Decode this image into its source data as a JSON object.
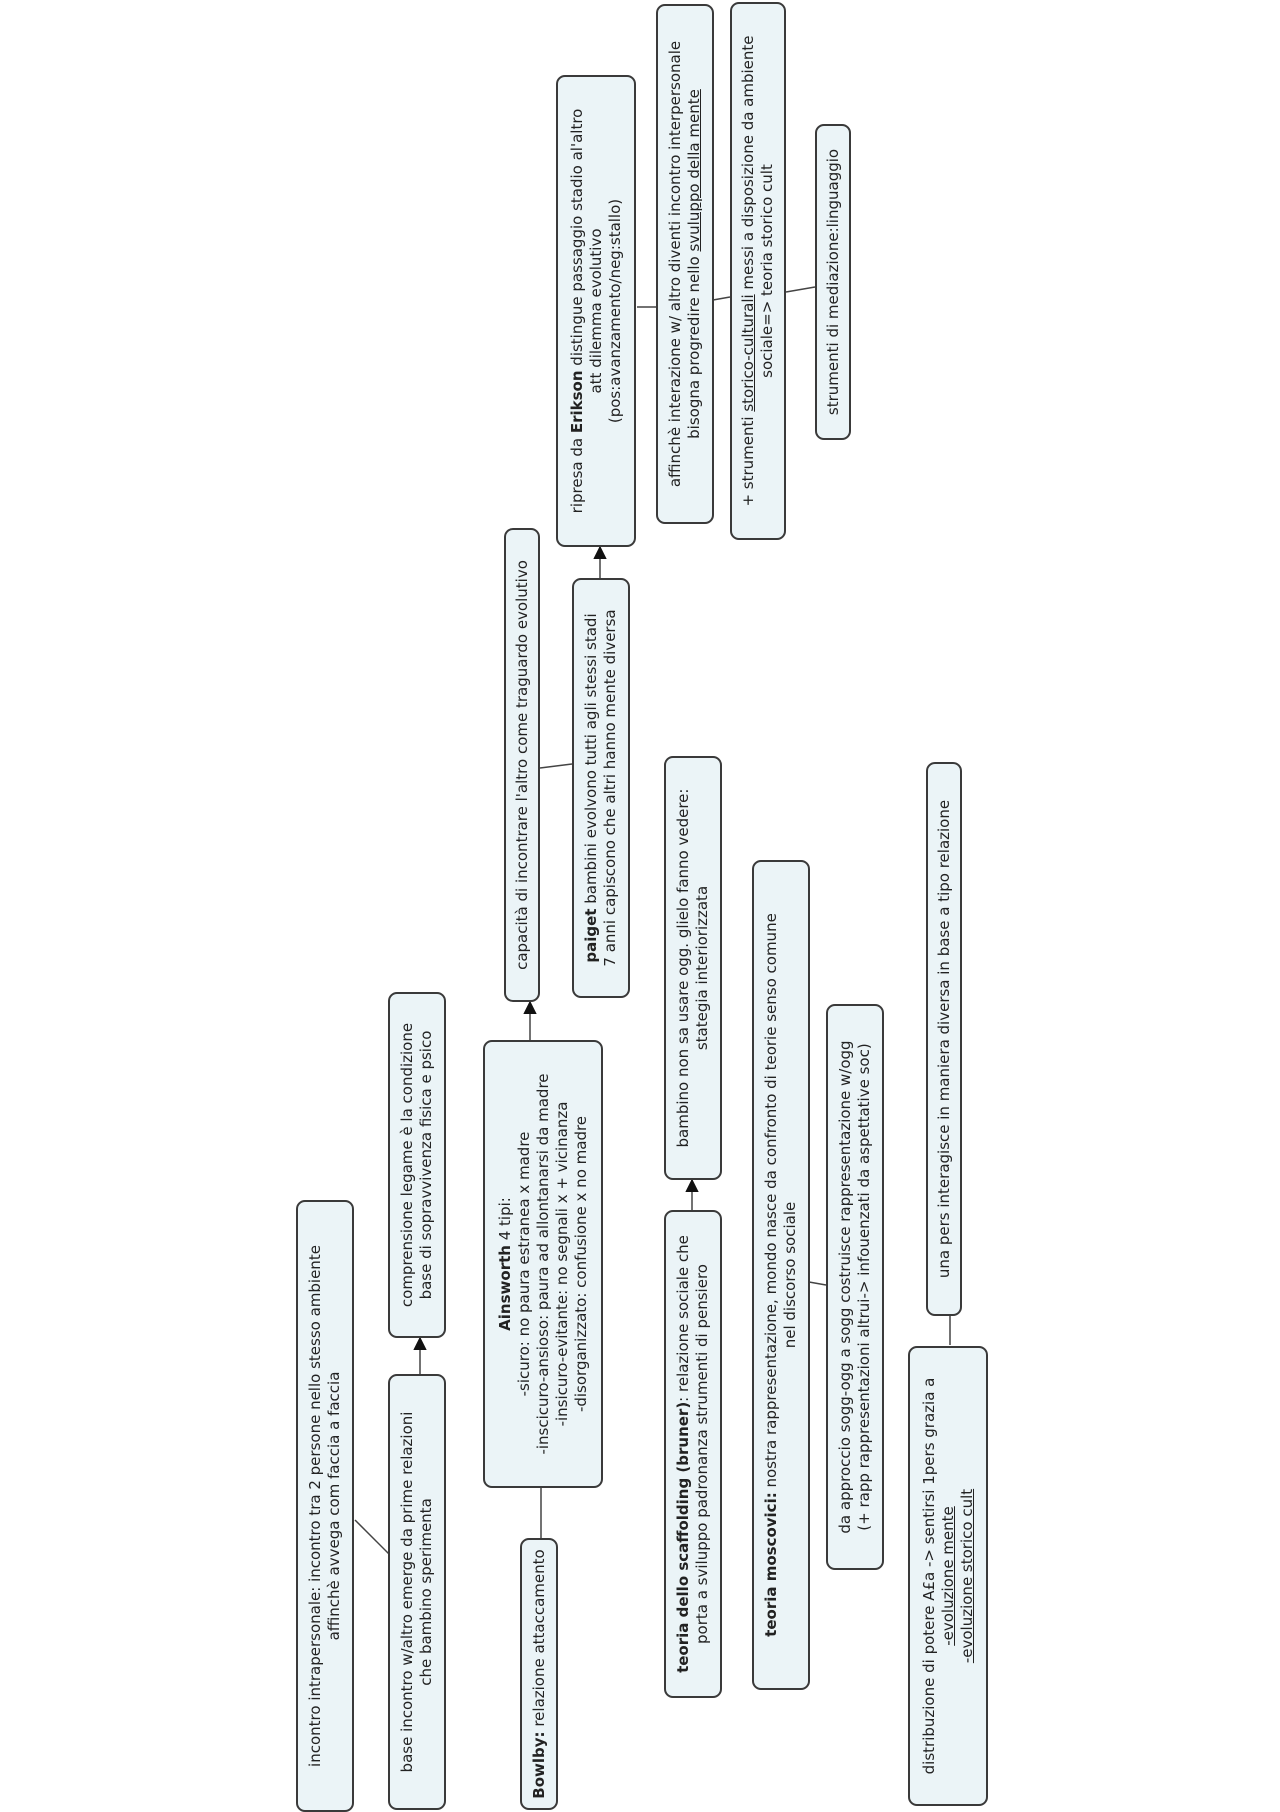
{
  "nodes": {
    "n1": {
      "lines": [
        "incontro intrapersonale: incontro tra 2 persone nello stesso ambiente",
        "affinchè avvega com faccia a faccia"
      ]
    },
    "n2": {
      "lines": [
        "base incontro w/altro emerge da prime relazioni",
        "che bambino sperimenta"
      ]
    },
    "n3": {
      "lines": [
        "comprensione legame è la condizione",
        "base di sopravvivenza fisica e psico"
      ]
    },
    "n4": {
      "bold": "Bowlby:",
      "text": " relazione attaccamento"
    },
    "n5": {
      "bold": "Ainsworth",
      "title_rest": " 4 tipi:",
      "lines": [
        "-sicuro: no paura estranea x madre",
        "-inscicuro-ansioso: paura ad allontanarsi da madre",
        "-insicuro-evitante: no segnali x + vicinanza",
        "-disorganizzato: confusione x no madre"
      ]
    },
    "n6": {
      "text": "capacità di incontrare l'altro come traguardo evolutivo"
    },
    "n7": {
      "bold": "paiget",
      "line1": " bambini evolvono tutti agli stessi stadi",
      "line2": "7 anni capiscono che altri hanno mente diversa"
    },
    "n8": {
      "pre": "ripresa da ",
      "bold": "Erikson",
      "post": " distingue passaggio stadio al'altro",
      "line2": "att dilemma evolutivo",
      "line3": "(pos:avanzamento/neg:stallo)"
    },
    "n9": {
      "line1": "affinchè interazione w/ altro diventi incontro interpersonale",
      "line2_pre": "bisogna progredire nello ",
      "line2_u": "svuluppo della mente"
    },
    "n10": {
      "pre": "+ strumenti ",
      "u": "storico-culturali",
      "post": " messi a disposizione da ambiente",
      "line2": "sociale=> teoria storico cult"
    },
    "n11": {
      "text": "strumenti di mediazione:linguaggio"
    },
    "n12": {
      "bold": "teoria dello scaffolding (bruner)",
      "post": ": relazione sociale che",
      "line2": "porta a sviluppo padronanza strumenti di pensiero"
    },
    "n13": {
      "line1": "bambino non sa usare ogg. glielo fanno vedere:",
      "line2": "stategia interiorizzata"
    },
    "n14": {
      "bold": "teoria moscovici:",
      "post": " nostra rappresentazione, mondo nasce da confronto di teorie senso comune",
      "line2": "nel discorso sociale"
    },
    "n15": {
      "line1": "da approccio sogg-ogg a sogg costruisce rappresentazione w/ogg",
      "line2": "(+ rapp rappresentazioni altrui-> infouenzati da aspettative soc)"
    },
    "n16": {
      "line1": "distribuzione di potere A£a -> sentirsi 1pers grazia a",
      "line2": "-evoluzione mente",
      "line3": "-evoluzione storico cult"
    },
    "n17": {
      "text": "una pers interagisce in maniera diversa in base a tipo relazione"
    }
  }
}
